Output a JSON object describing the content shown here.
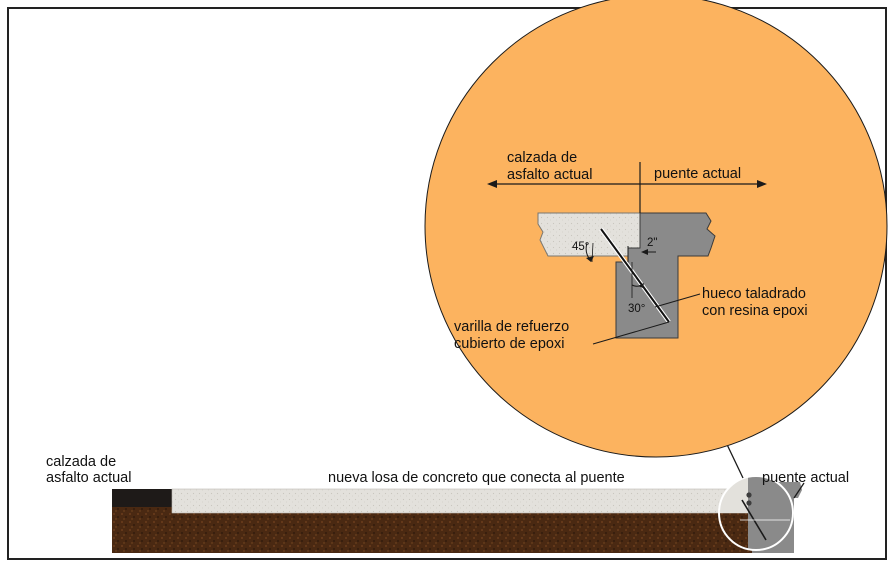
{
  "colors": {
    "detail_circle": "#fcb35f",
    "concrete": "#e3e1dc",
    "existing_bridge": "#8a8a8a",
    "asphalt": "#1e1a18",
    "soil": "#4a2912",
    "reinforcing_bar": "#1a1a1a",
    "frame_border": "#222222"
  },
  "detail": {
    "asphalt_label_line1": "calzada de",
    "asphalt_label_line2": "asfalto actual",
    "bridge_label": "puente actual",
    "angle_45": "45°",
    "gap_2in": "2\"",
    "angle_30": "30°",
    "drilled_hole_line1": "hueco taladrado",
    "drilled_hole_line2": "con resina epoxi",
    "rebar_line1": "varilla de refuerzo",
    "rebar_line2": "cubierto de epoxi"
  },
  "section": {
    "asphalt_label_line1": "calzada de",
    "asphalt_label_line2": "asfalto actual",
    "slab_label": "nueva losa de concreto que conecta al puente",
    "bridge_label": "puente actual"
  }
}
